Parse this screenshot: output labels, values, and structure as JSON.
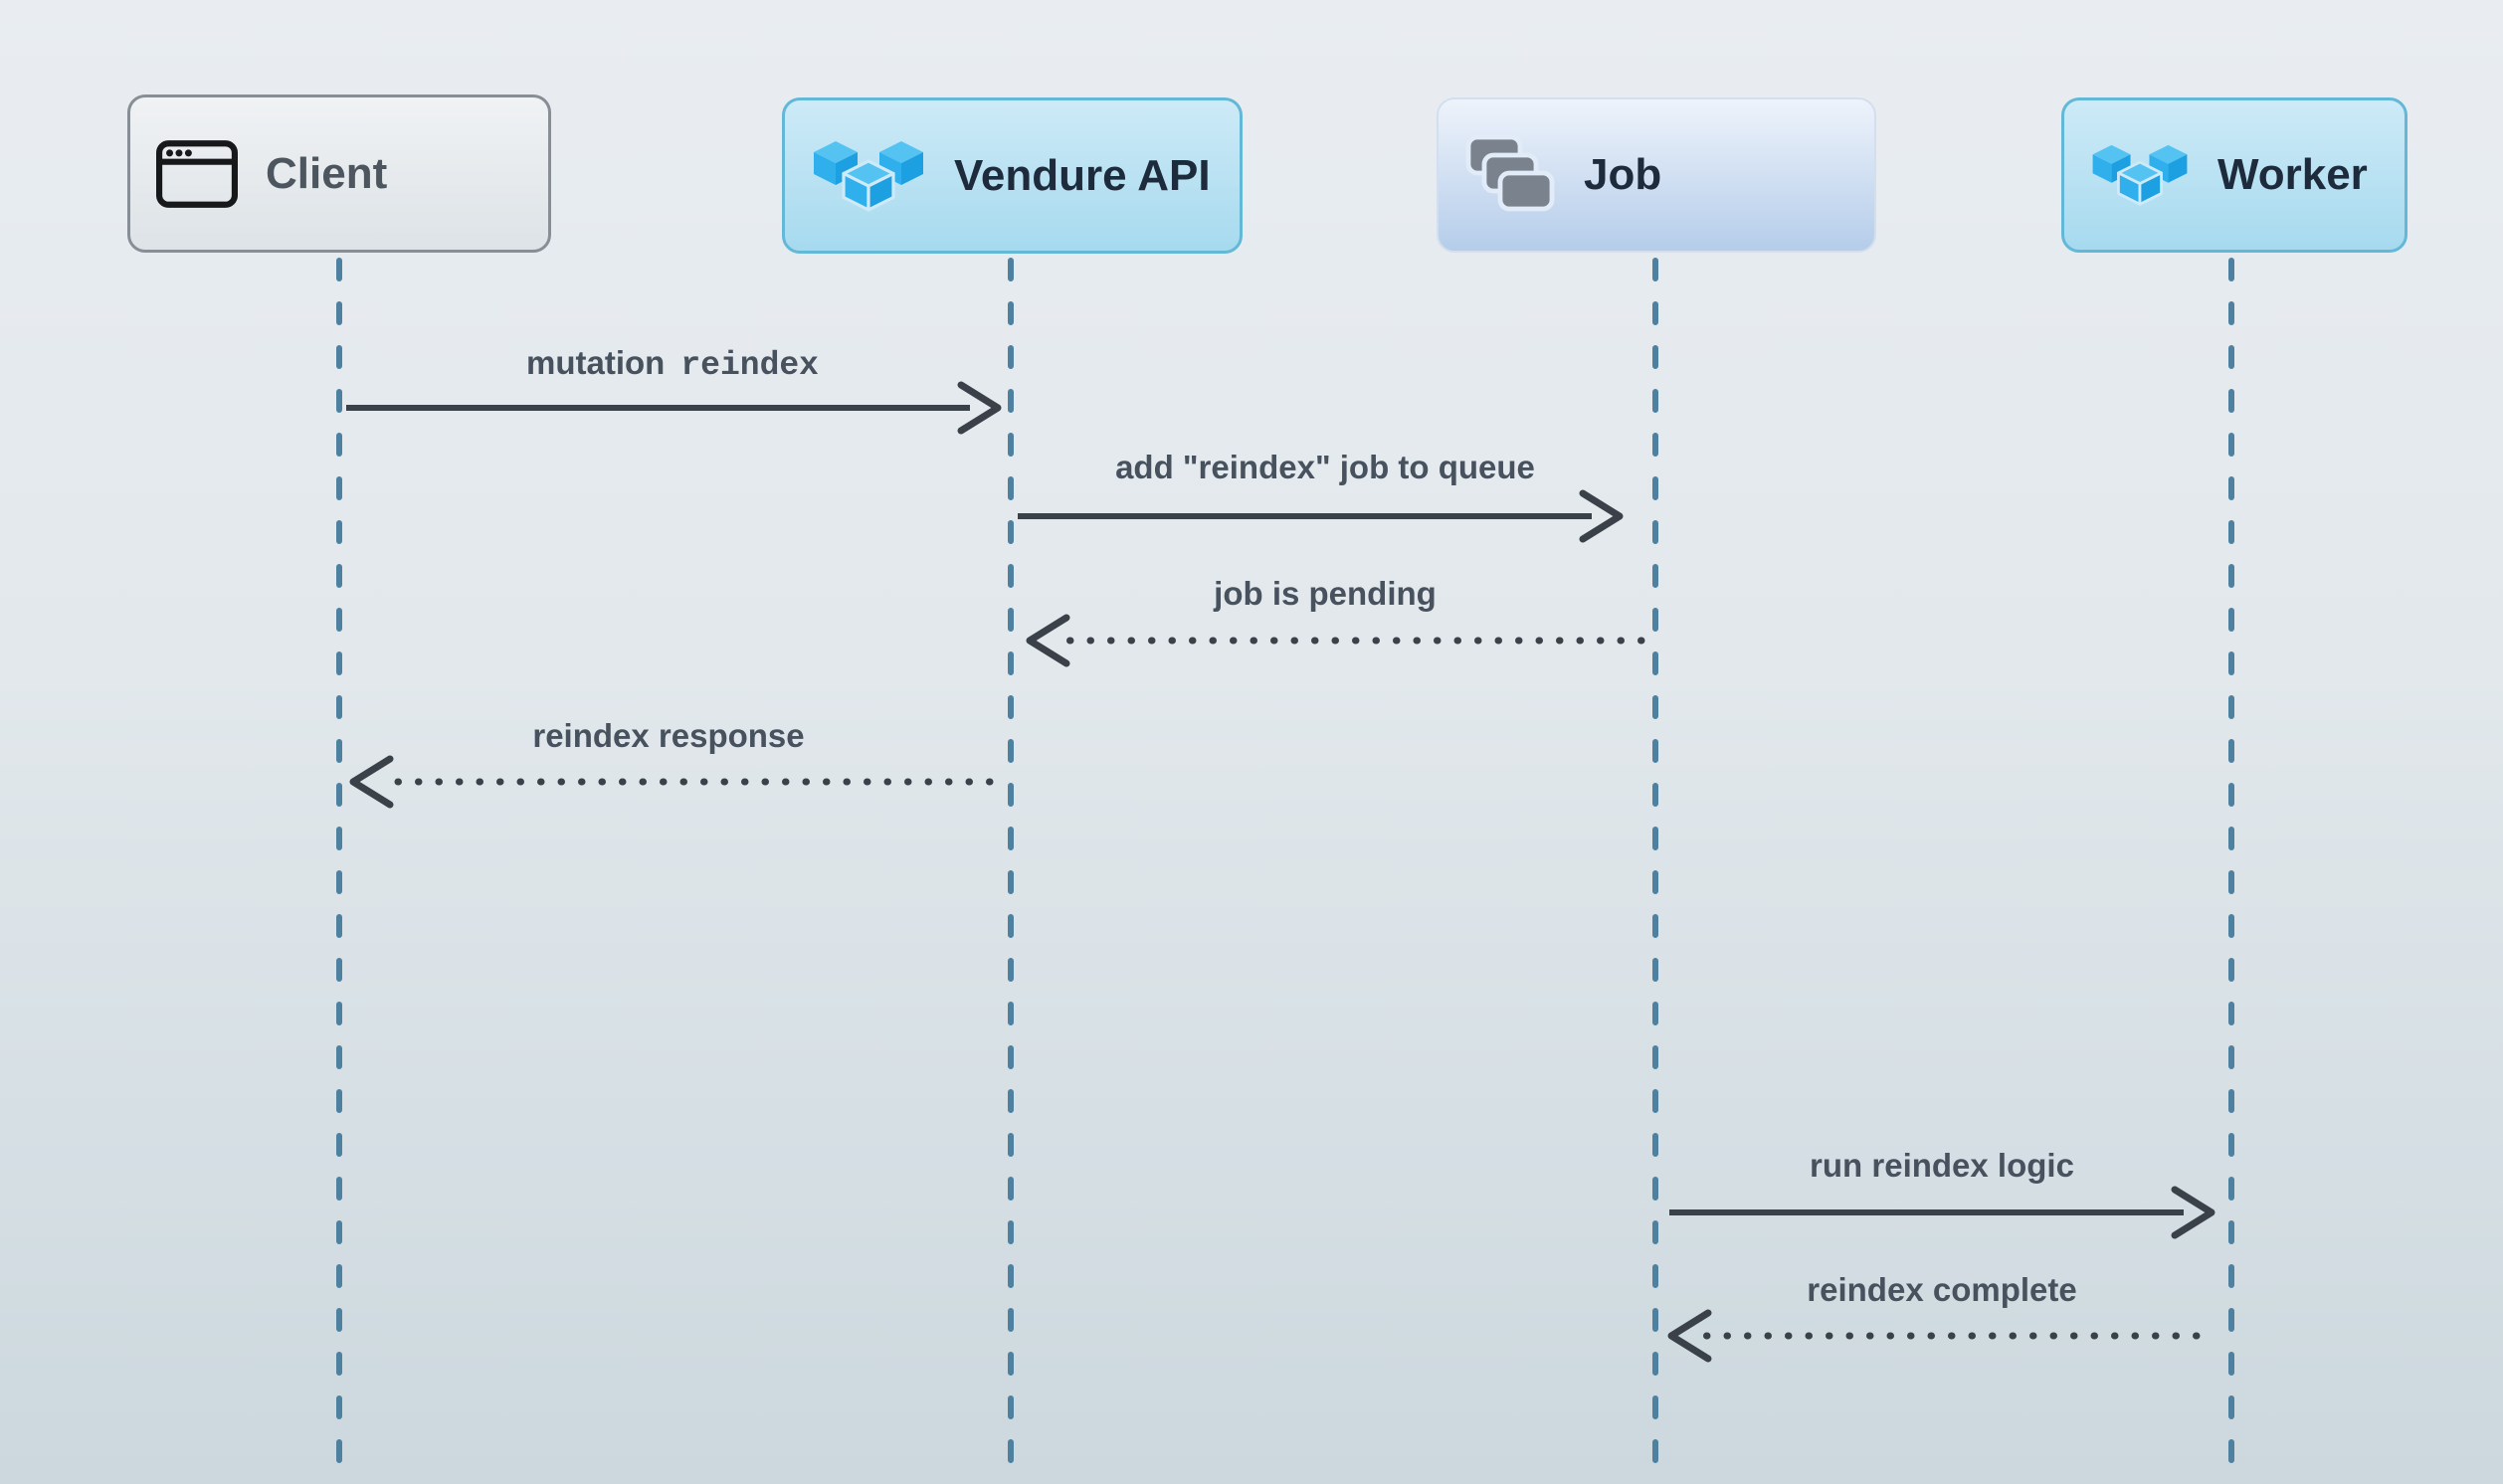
{
  "diagram": {
    "kind": "sequence-diagram",
    "actors": [
      {
        "name": "Client",
        "icon": "browser-window-icon"
      },
      {
        "name": "Vendure API",
        "icon": "vendure-logo-icon"
      },
      {
        "name": "Job",
        "icon": "stacked-cards-icon"
      },
      {
        "name": "Worker",
        "icon": "vendure-logo-icon"
      }
    ],
    "messages": [
      {
        "from": "Client",
        "to": "Vendure API",
        "label": "mutation",
        "code": "reindex",
        "line_style": "solid",
        "direction": "right"
      },
      {
        "from": "Vendure API",
        "to": "Job",
        "label": "add \"reindex\" job to queue",
        "line_style": "solid",
        "direction": "right"
      },
      {
        "from": "Job",
        "to": "Vendure API",
        "label": "job is pending",
        "line_style": "dotted",
        "direction": "left"
      },
      {
        "from": "Vendure API",
        "to": "Client",
        "label": "reindex response",
        "line_style": "dotted",
        "direction": "left"
      },
      {
        "from": "Job",
        "to": "Worker",
        "label": "run reindex logic",
        "line_style": "solid",
        "direction": "right"
      },
      {
        "from": "Worker",
        "to": "Job",
        "label": "reindex complete",
        "line_style": "dotted",
        "direction": "left"
      }
    ],
    "colors": {
      "background_top": "#e9edf1",
      "background_bottom": "#ccd8de",
      "lifeline": "#4e81a0",
      "arrow": "#3a4148",
      "message_text": "#47525e",
      "actor_text_dark": "#1d2b3c",
      "actor_text_gray": "#4d565f",
      "client_box_border": "#878e95",
      "vendure_box_border": "#63b8d8",
      "vendure_box_bg": "#bce3f4",
      "job_box_bg": "#cfdff2",
      "vendure_blue": "#35b4f0",
      "job_icon_gray": "#79828d"
    }
  }
}
